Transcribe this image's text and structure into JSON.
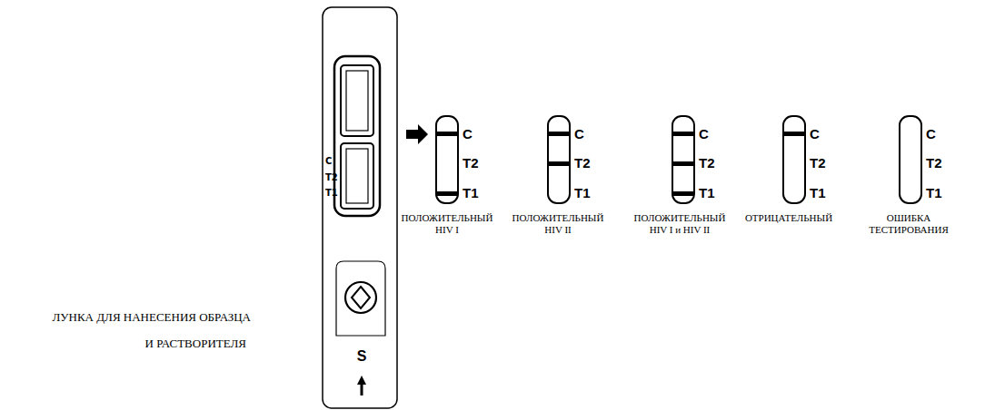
{
  "diagram": {
    "labels": [
      "C",
      "T2",
      "T1",
      "C",
      "T2",
      "T1",
      "C",
      "T2",
      "T1",
      "C",
      "T2",
      "T1",
      "C",
      "T2",
      "T1",
      "C",
      "T2",
      "T1",
      "ПОЛОЖИТЕЛЬНЫЙ HIV I",
      "ПОЛОЖИТЕЛЬНЫЙ HIV II",
      "ПОЛОЖИТЕЛЬНЫЙ HIV I и HIV II",
      "ОТРИЦАТЕЛЬНЫЙ",
      "ОШИБКА ТЕСТИРОВАНИЯ",
      "ЛУНКА ДЛЯ НАНЕСЕНИЯ ОБРАЗЦА",
      "И РАСТВОРИТЕЛЯ",
      "S"
    ]
  }
}
